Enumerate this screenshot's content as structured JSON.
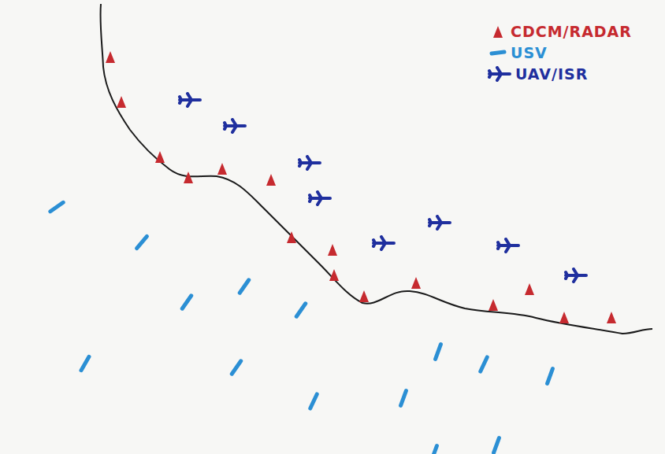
{
  "diagram": {
    "legend": [
      {
        "text": "CDCM/RADAR"
      },
      {
        "text": "USV"
      },
      {
        "text": "UAV/ISR"
      }
    ]
  }
}
